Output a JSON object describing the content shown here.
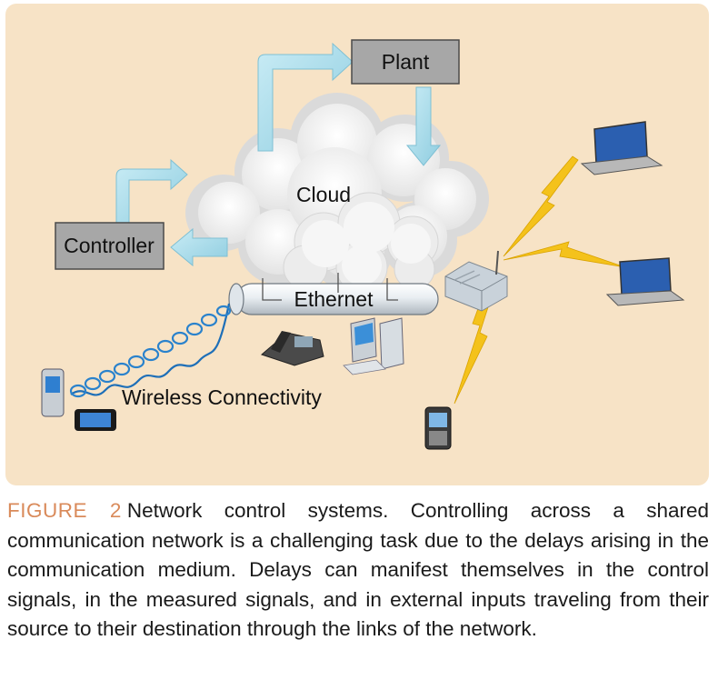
{
  "diagram": {
    "plant_label": "Plant",
    "cloud_label": "Cloud",
    "controller_label": "Controller",
    "ethernet_label": "Ethernet",
    "wireless_label": "Wireless Connectivity"
  },
  "caption": {
    "figure_label": "FIGURE 2",
    "text": "Network control systems. Controlling across a shared communication network is a challenging task due to the delays arising in the communication medium. Delays can manifest themselves in the control signals, in the measured signals, and in external inputs traveling from their source to their destination through the links of the network."
  },
  "colors": {
    "panel_background": "#f7e3c6",
    "box_fill": "#a7a7a7",
    "arrow_blue": "#a9dbea",
    "lightning_yellow": "#f4c21b",
    "caption_label": "#d98a5a"
  }
}
